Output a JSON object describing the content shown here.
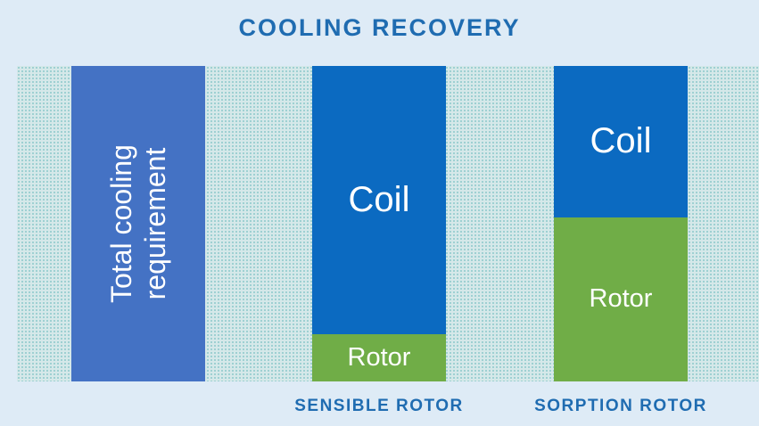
{
  "chart_data": {
    "type": "bar",
    "stacked": true,
    "title": "COOLING RECOVERY",
    "categories": [
      "",
      "SENSIBLE ROTOR",
      "SORPTION ROTOR"
    ],
    "total_label": [
      "Total cooling",
      "requirement"
    ],
    "series": [
      {
        "name": "Coil",
        "values": [
          null,
          85,
          48
        ]
      },
      {
        "name": "Rotor",
        "values": [
          null,
          15,
          52
        ]
      }
    ],
    "total_value": 100,
    "ylim": [
      0,
      100
    ],
    "colors": {
      "total": "#4472c4",
      "coil": "#0b6ac1",
      "rotor": "#70ad47",
      "title": "#1f6cb1"
    }
  }
}
